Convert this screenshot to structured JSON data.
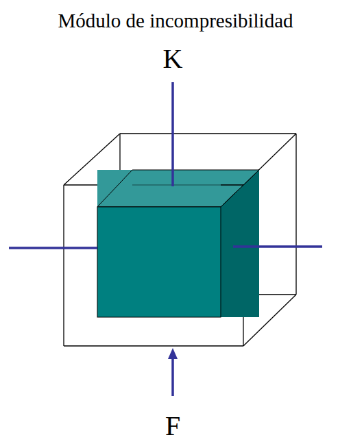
{
  "diagram": {
    "title": "Módulo de incompresibilidad",
    "labels": [
      "K",
      "F"
    ]
  }
}
